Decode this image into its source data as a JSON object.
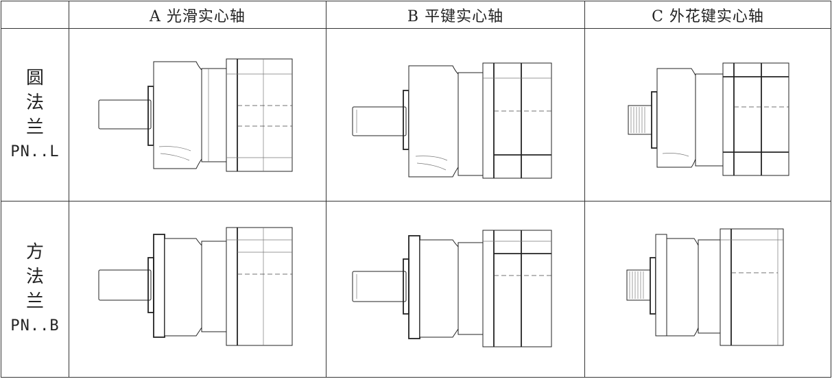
{
  "header": {
    "corner": "",
    "col_a": "A 光滑实心轴",
    "col_b": "B 平键实心轴",
    "col_c": "C 外花键实心轴"
  },
  "rows": [
    {
      "lines": [
        "圆",
        "法",
        "兰"
      ],
      "code": "PN..L"
    },
    {
      "lines": [
        "方",
        "法",
        "兰"
      ],
      "code": "PN..B"
    }
  ]
}
